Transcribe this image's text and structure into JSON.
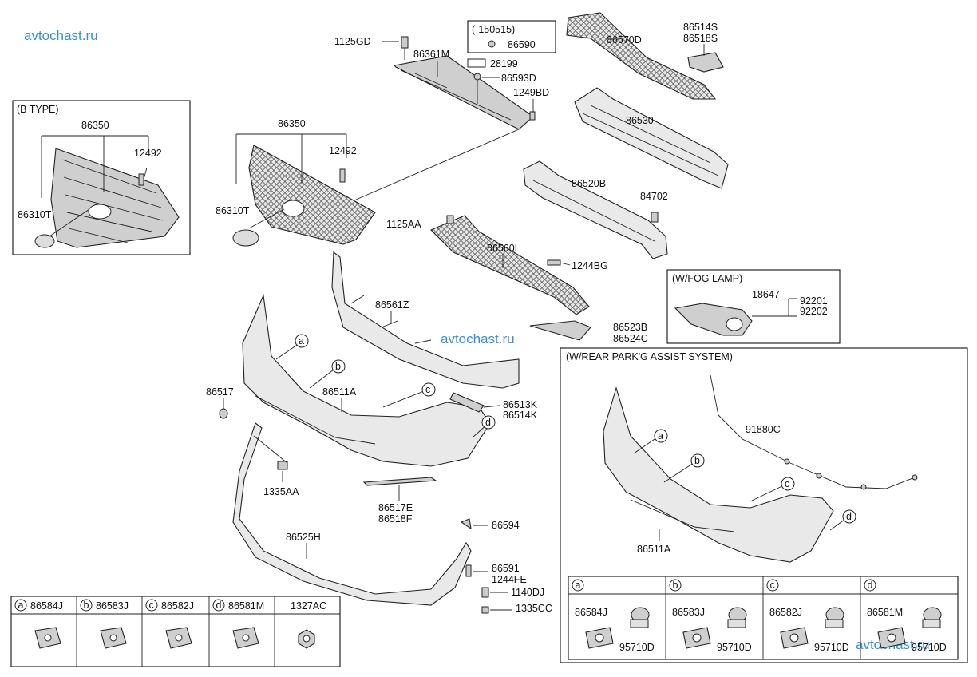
{
  "watermark": "avtochast.ru",
  "boxes": {
    "b_type": "(B TYPE)",
    "date_code": "(-150515)",
    "fog_lamp": "(W/FOG LAMP)",
    "rear_park": "(W/REAR PARK'G ASSIST SYSTEM)"
  },
  "labels": {
    "p1125GD": "1125GD",
    "p86361M": "86361M",
    "p86590": "86590",
    "p28199": "28199",
    "p86593D": "86593D",
    "p1249BD": "1249BD",
    "p86570D": "86570D",
    "p86514S": "86514S",
    "p86518S": "86518S",
    "p86530": "86530",
    "p86350_b": "86350",
    "p12492_b": "12492",
    "p86310T_b": "86310T",
    "p86350": "86350",
    "p12492": "12492",
    "p86310T": "86310T",
    "p86520B": "86520B",
    "p84702": "84702",
    "p1125AA": "1125AA",
    "p86560L": "86560L",
    "p1244BG": "1244BG",
    "p18647": "18647",
    "p92201": "92201",
    "p92202": "92202",
    "p86561Z": "86561Z",
    "p86523B": "86523B",
    "p86524C": "86524C",
    "p86517": "86517",
    "p86511A": "86511A",
    "p86513K": "86513K",
    "p86514K": "86514K",
    "p1335AA": "1335AA",
    "p86517E": "86517E",
    "p86518F": "86518F",
    "p86525H": "86525H",
    "p86594": "86594",
    "p86591": "86591",
    "p1244FE": "1244FE",
    "p1140DJ": "1140DJ",
    "p1335CC": "1335CC",
    "p91880C": "91880C",
    "p86511A_r": "86511A"
  },
  "callouts": {
    "a": "a",
    "b": "b",
    "c": "c",
    "d": "d"
  },
  "bottom_table": [
    {
      "letter": "a",
      "part": "86584J"
    },
    {
      "letter": "b",
      "part": "86583J"
    },
    {
      "letter": "c",
      "part": "86582J"
    },
    {
      "letter": "d",
      "part": "86581M"
    },
    {
      "letter": "",
      "part": "1327AC"
    }
  ],
  "right_table": [
    {
      "letter": "a",
      "part": "86584J",
      "sensor": "95710D"
    },
    {
      "letter": "b",
      "part": "86583J",
      "sensor": "95710D"
    },
    {
      "letter": "c",
      "part": "86582J",
      "sensor": "95710D"
    },
    {
      "letter": "d",
      "part": "86581M",
      "sensor": "95710D"
    }
  ]
}
